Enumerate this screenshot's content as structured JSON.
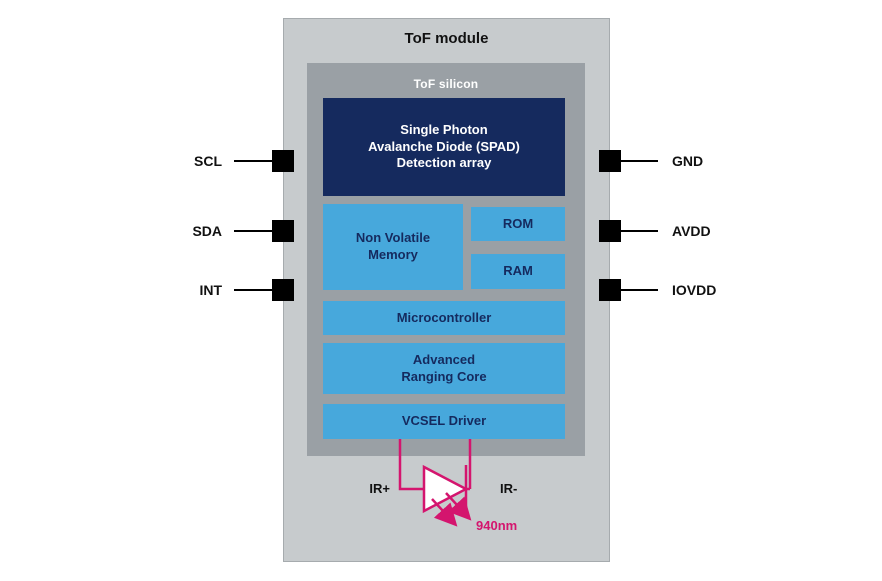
{
  "title": "ToF module",
  "silicon": {
    "title": "ToF silicon",
    "blocks": {
      "spad": "Single Photon\nAvalanche Diode (SPAD)\nDetection array",
      "nvm": "Non Volatile\nMemory",
      "rom": "ROM",
      "ram": "RAM",
      "mcu": "Microcontroller",
      "ranging": "Advanced\nRanging Core",
      "vcsel": "VCSEL Driver"
    }
  },
  "pins": {
    "left": [
      {
        "label": "SCL"
      },
      {
        "label": "SDA"
      },
      {
        "label": "INT"
      }
    ],
    "right": [
      {
        "label": "GND"
      },
      {
        "label": "AVDD"
      },
      {
        "label": "IOVDD"
      }
    ]
  },
  "emitter": {
    "anode_label": "IR+",
    "cathode_label": "IR-",
    "wavelength_label": "940nm"
  },
  "colors": {
    "module_bg": "#c7cbcd",
    "silicon_bg": "#9aa0a5",
    "spad_bg": "#152a5e",
    "block_bg": "#47a8dc",
    "block_text": "#152a5e",
    "accent_magenta": "#d4156e",
    "pin_black": "#000000"
  }
}
